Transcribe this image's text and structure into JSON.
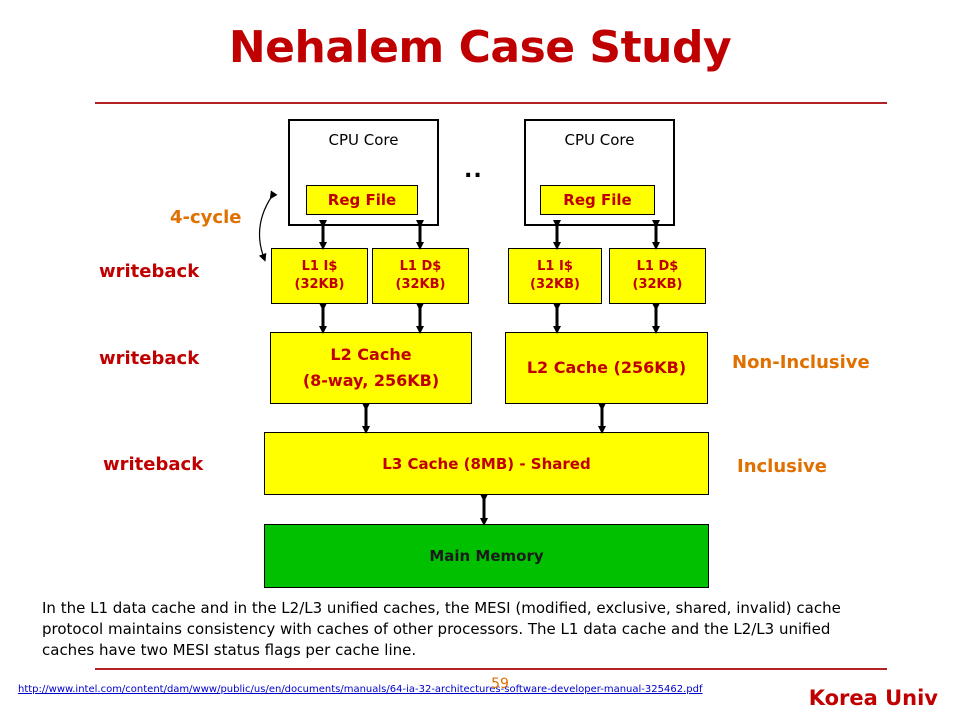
{
  "slide": {
    "title": "Nehalem Case Study",
    "page_number": "59",
    "university": "Korea Univ",
    "url": "http://www.intel.com/content/dam/www/public/us/en/documents/manuals/64-ia-32-architectures-software-developer-manual-325462.pdf"
  },
  "diagram": {
    "core_left": {
      "label": "CPU Core",
      "reg_file": "Reg File",
      "l1i": [
        "L1 I$",
        "(32KB)"
      ],
      "l1d": [
        "L1 D$",
        "(32KB)"
      ],
      "l2": [
        "L2 Cache",
        "(8-way, 256KB)"
      ]
    },
    "core_right": {
      "label": "CPU Core",
      "reg_file": "Reg File",
      "l1i": [
        "L1 I$",
        "(32KB)"
      ],
      "l1d": [
        "L1 D$",
        "(32KB)"
      ],
      "l2": "L2 Cache (256KB)"
    },
    "ellipsis": "..",
    "l3": "L3 Cache (8MB) - Shared",
    "memory": "Main Memory",
    "left_labels": {
      "latency": "4-cycle",
      "l1_policy": "writeback",
      "l2_policy": "writeback",
      "l3_policy": "writeback"
    },
    "right_labels": {
      "l2_inclusion": "Non-Inclusive",
      "l3_inclusion": "Inclusive"
    },
    "colors": {
      "cache": "#ffff00",
      "memory": "#00c000",
      "title": "#c00000",
      "accent": "#e07000"
    }
  },
  "description": "In the L1 data cache and in the L2/L3 unified caches, the MESI (modified, exclusive, shared, invalid) cache protocol maintains consistency with caches of other processors. The L1 data cache and the L2/L3 unified caches have two MESI status flags per cache line."
}
